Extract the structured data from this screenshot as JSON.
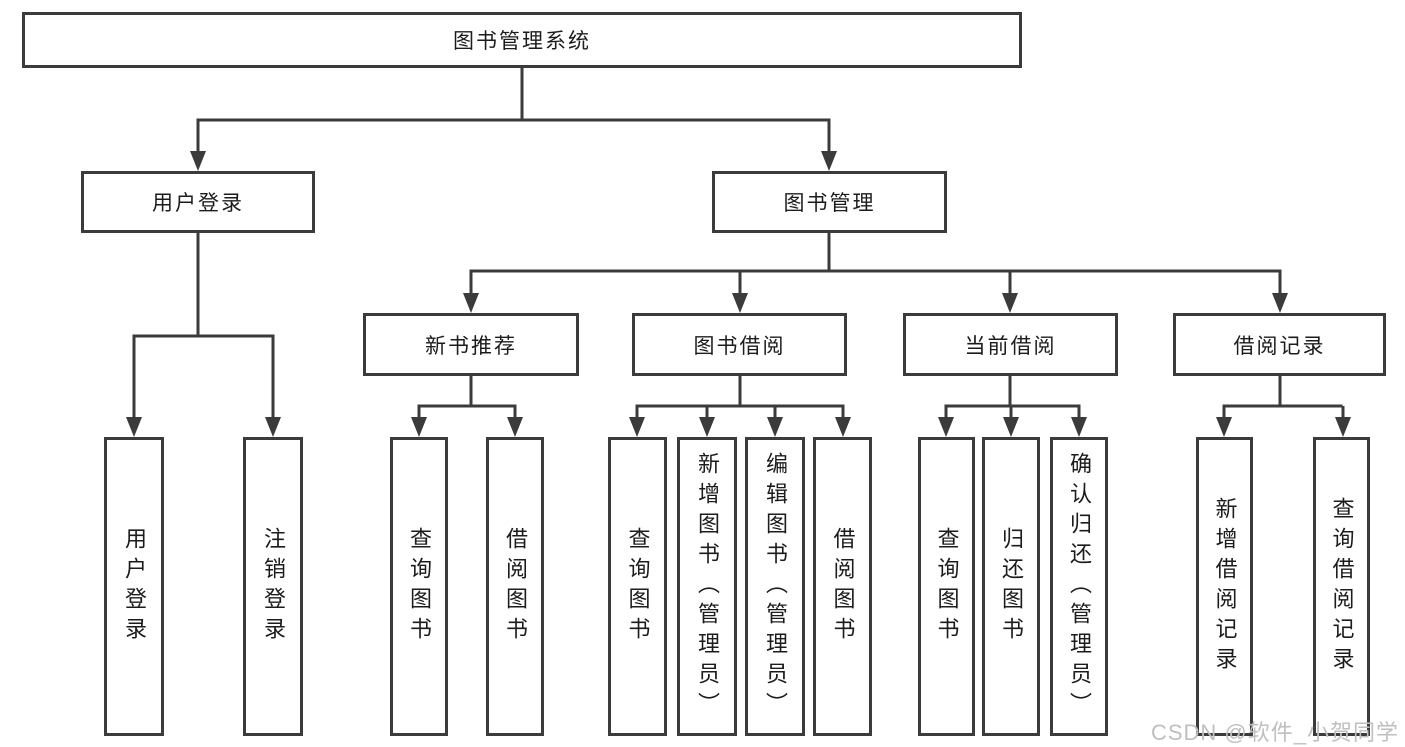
{
  "page": {
    "background_color": "#ffffff",
    "line_color": "#3b3b3b",
    "text_color": "#1c1c1c"
  },
  "watermark": {
    "text": "CSDN @软件_小贺同学",
    "color": "#bfbfbf"
  },
  "tree": {
    "root": {
      "label": "图书管理系统",
      "children": [
        {
          "label": "用户登录",
          "children": [
            {
              "label": "用户登录"
            },
            {
              "label": "注销登录"
            }
          ]
        },
        {
          "label": "图书管理",
          "children": [
            {
              "label": "新书推荐",
              "children": [
                {
                  "label": "查询图书"
                },
                {
                  "label": "借阅图书"
                }
              ]
            },
            {
              "label": "图书借阅",
              "children": [
                {
                  "label": "查询图书"
                },
                {
                  "label": "新增图书（管理员）"
                },
                {
                  "label": "编辑图书（管理员）"
                },
                {
                  "label": "借阅图书"
                }
              ]
            },
            {
              "label": "当前借阅",
              "children": [
                {
                  "label": "查询图书"
                },
                {
                  "label": "归还图书"
                },
                {
                  "label": "确认归还（管理员）"
                }
              ]
            },
            {
              "label": "借阅记录",
              "children": [
                {
                  "label": "新增借阅记录"
                },
                {
                  "label": "查询借阅记录"
                }
              ]
            }
          ]
        }
      ]
    }
  }
}
